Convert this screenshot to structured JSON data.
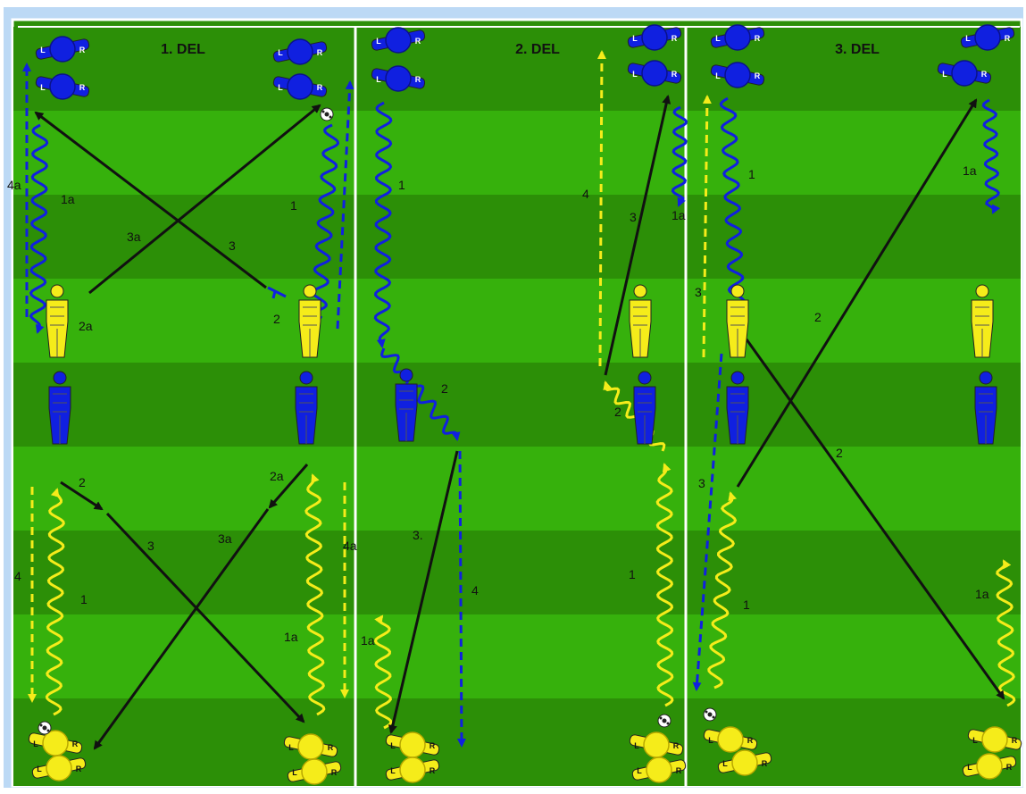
{
  "sections": [
    {
      "title": "1. DEL"
    },
    {
      "title": "2. DEL"
    },
    {
      "title": "3. DEL"
    }
  ],
  "labels": {
    "s1": [
      "4a",
      "1a",
      "3a",
      "3",
      "1",
      "2a",
      "2",
      "2",
      "2a",
      "3",
      "3a",
      "4",
      "4a",
      "1",
      "1a"
    ],
    "s2": [
      "1",
      "2",
      "3.",
      "4",
      "1a",
      "4",
      "3",
      "1a",
      "2",
      "1"
    ],
    "s3": [
      "1",
      "1a",
      "3",
      "2",
      "2",
      "3",
      "1",
      "1a"
    ]
  },
  "player_letters": {
    "left": "L",
    "right": "R"
  },
  "colors": {
    "grass_dark": "#2c8f07",
    "grass_light": "#36b10c",
    "blue_team": "#1020e0",
    "yellow_team": "#f5ec1a",
    "line": "#ffffff",
    "pass": "#111111",
    "frame": "#9cc7f0"
  },
  "icons": [
    "blue-player-icon",
    "yellow-player-icon",
    "yellow-mannequin-icon",
    "blue-mannequin-icon",
    "ball-icon"
  ]
}
